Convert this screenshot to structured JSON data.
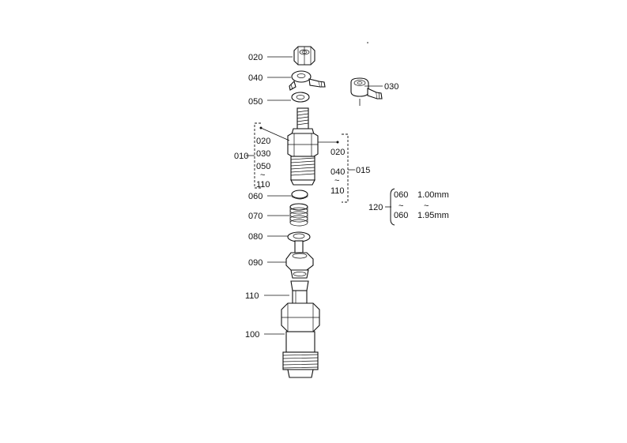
{
  "labels": {
    "p020_top": "020",
    "p040": "040",
    "p030": "030",
    "p050": "050",
    "p010": "010",
    "g_left_020": "020",
    "g_left_030": "030",
    "g_left_050": "050",
    "g_left_tilde": "~",
    "g_left_110": "110",
    "g_right_020": "020",
    "g_right_040": "040",
    "g_right_tilde": "~",
    "g_right_110": "110",
    "p015": "015",
    "p060": "060",
    "p070": "070",
    "p080": "080",
    "p090": "090",
    "p110": "110",
    "p100": "100"
  },
  "shim_table": {
    "ref": "120",
    "from_part": "060",
    "to_part": "060",
    "from_size": "1.00mm",
    "to_size": "1.95mm",
    "tilde": "~"
  }
}
